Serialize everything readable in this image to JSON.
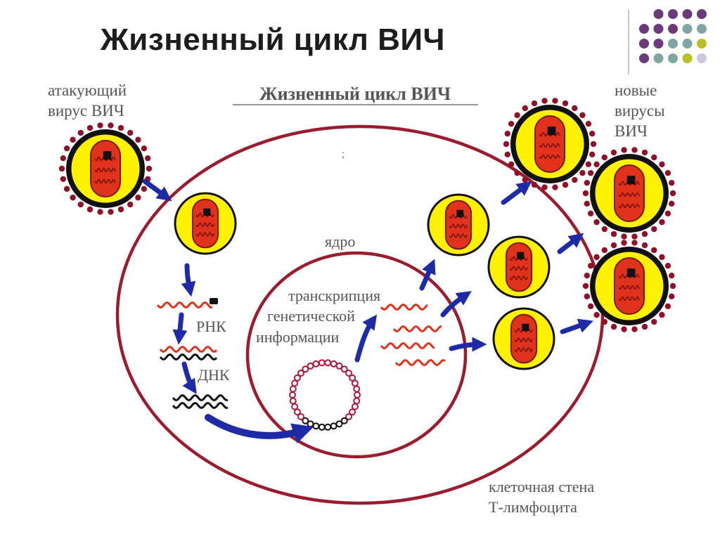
{
  "slide": {
    "title": "Жизненный цикл ВИЧ"
  },
  "diagram": {
    "title": "Жизненный цикл ВИЧ",
    "labels": {
      "attacking_virus": [
        "атакующий",
        "вирус ВИЧ"
      ],
      "new_viruses": [
        "новые",
        "вирусы",
        "ВИЧ"
      ],
      "nucleus": "ядро",
      "rna": "РНК",
      "dna": "ДНК",
      "transcription": [
        "транскрипция",
        "генетической",
        "информации"
      ],
      "cell_wall": [
        "клеточная стена",
        "Т-лимфоцита"
      ]
    },
    "colors": {
      "membrane": "#9b1c2c",
      "envelope_spikes": "#8f1027",
      "capsid_yellow": "#fff200",
      "core_red": "#e0321c",
      "arrow_blue": "#1f2aa6",
      "dna_black": "#111111"
    }
  },
  "decoration": {
    "dot_colors": [
      "#6b3a7a",
      "#7fa6a4",
      "#b9bf22",
      "#c9c8de"
    ]
  }
}
